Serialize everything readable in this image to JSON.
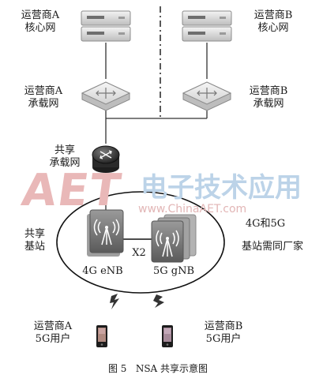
{
  "operator_a_core": "运营商A\n核心网",
  "operator_b_core": "运营商B\n核心网",
  "operator_a_bearer": "运营商A\n承载网",
  "operator_b_bearer": "运营商B\n承载网",
  "shared_bearer": "共享\n承载网",
  "shared_base_station": "共享\n基站",
  "vendor_note_line1": "4G和5G",
  "vendor_note_line2": "基站需同厂家",
  "enb_label": "4G eNB",
  "gnb_label": "5G gNB",
  "x2_label": "X2",
  "user_a": "运营商A\n5G用户",
  "user_b": "运营商B\n5G用户",
  "caption": "图 5   NSA 共享示意图",
  "watermark": {
    "logo": "AET",
    "cn_text": "电子技术应用",
    "url": "www.ChinaAET.com"
  },
  "colors": {
    "watermark_red": "#e8b4b4",
    "watermark_blue": "#b9d2e8"
  }
}
